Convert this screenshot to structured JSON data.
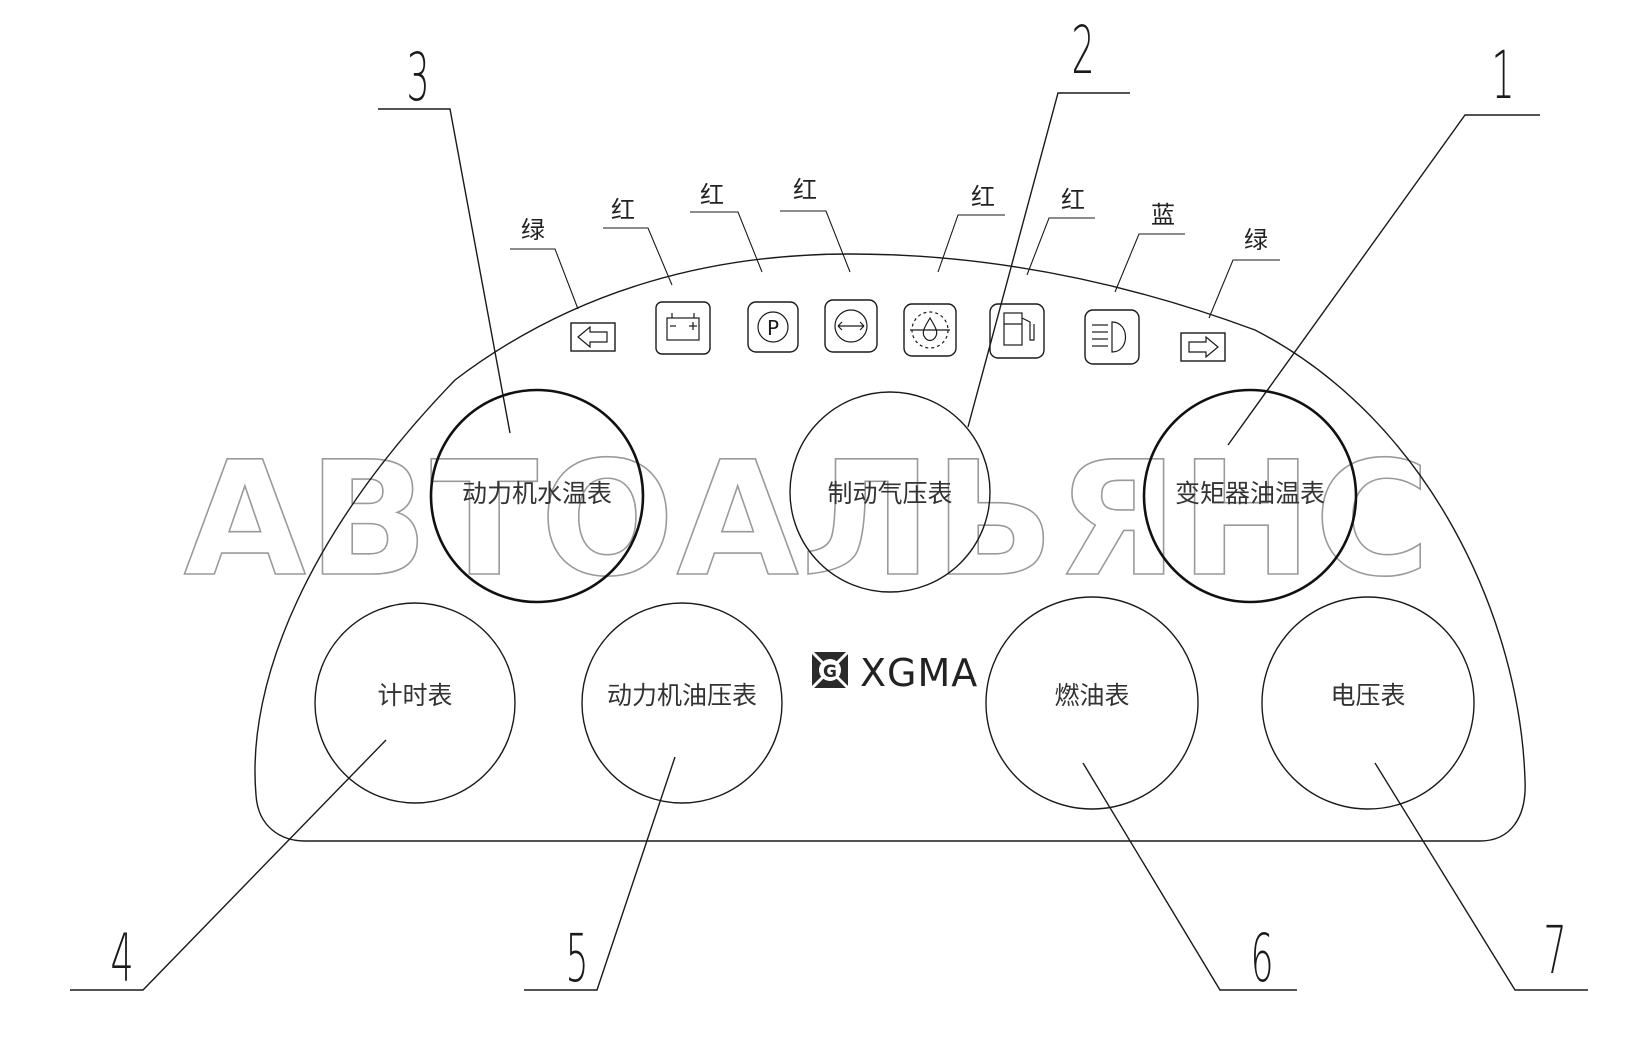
{
  "watermark": "АВТОАЛЬЯНС",
  "brand": {
    "text": "XGMA"
  },
  "callouts": [
    "1",
    "2",
    "3",
    "4",
    "5",
    "6",
    "7"
  ],
  "gauges": {
    "water_temp": "动力机水温表",
    "brake_air": "制动气压表",
    "converter_oil_temp": "变矩器油温表",
    "hour_meter": "计时表",
    "engine_oil_pressure": "动力机油压表",
    "fuel": "燃油表",
    "voltage": "电压表"
  },
  "indicator_colors": [
    "绿",
    "红",
    "红",
    "红",
    "红",
    "红",
    "蓝",
    "绿"
  ],
  "indicator_icons": [
    "left-turn-arrow-icon",
    "battery-icon",
    "parking-brake-icon",
    "brake-warning-icon",
    "oil-pressure-icon",
    "fuel-pump-icon",
    "headlight-high-beam-icon",
    "right-turn-arrow-icon"
  ]
}
